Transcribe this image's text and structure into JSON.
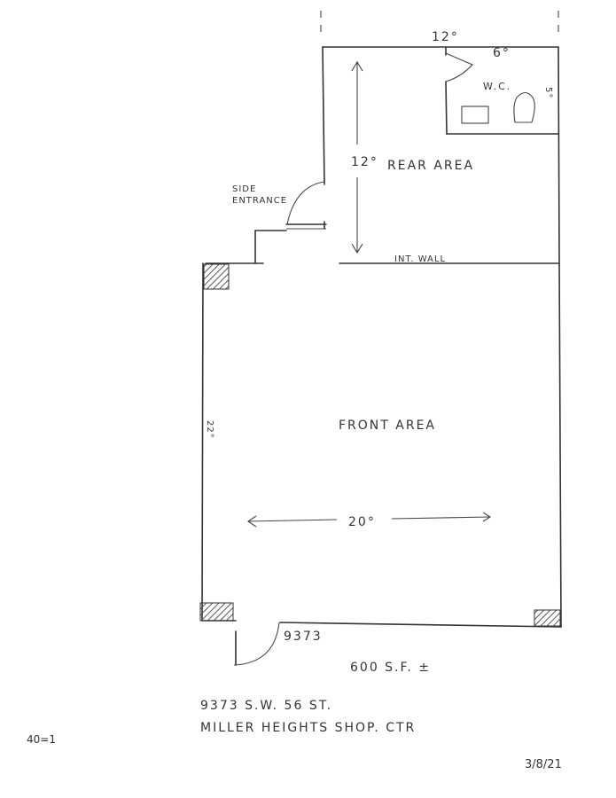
{
  "rear": {
    "label": "REAR AREA",
    "width_dim": "12°",
    "depth_dim": "12°"
  },
  "wc": {
    "label": "W.C.",
    "width_dim": "6°",
    "depth_dim": "5°"
  },
  "side_entrance": {
    "line1": "SIDE",
    "line2": "ENTRANCE"
  },
  "int_wall": {
    "label": "INT. WALL"
  },
  "front": {
    "label": "FRONT AREA",
    "width_dim": "20°",
    "depth_dim": "22°"
  },
  "unit_number": "9373",
  "area": "600 S.F. ±",
  "address": {
    "line1": "9373  S.W.  56  ST.",
    "line2": "MILLER HEIGHTS  SHOP.  CTR"
  },
  "scale_note": "40=1",
  "date": "3/8/21"
}
